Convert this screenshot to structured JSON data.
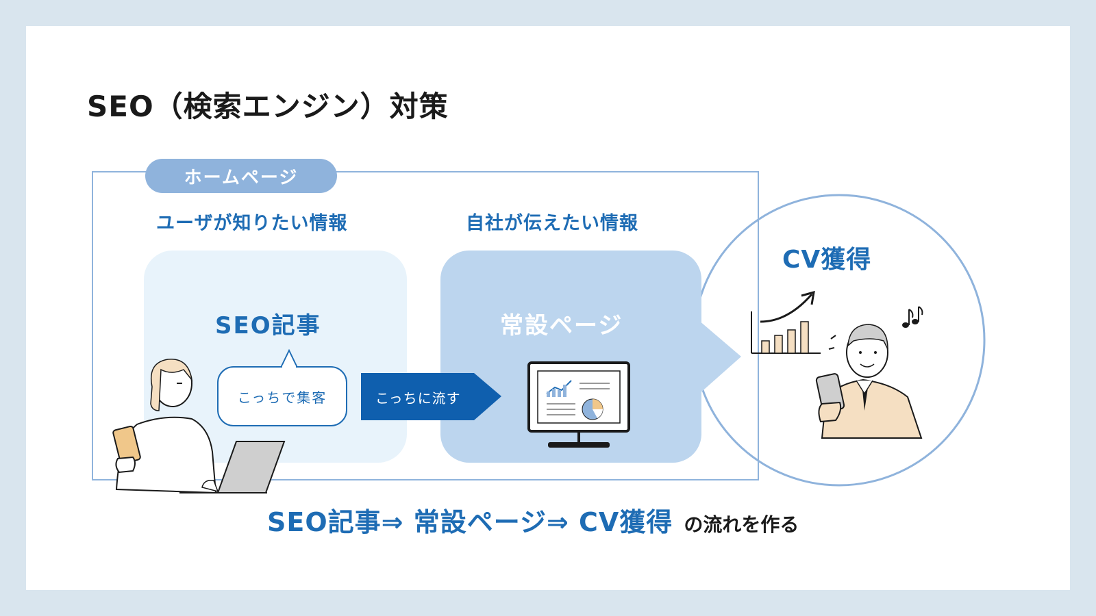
{
  "title": "SEO（検索エンジン）対策",
  "homepage_tag": "ホームページ",
  "captions": {
    "user_info": "ユーザが知りたい情報",
    "company_info": "自社が伝えたい情報"
  },
  "panels": {
    "seo_article": "SEO記事",
    "static_page": "常設ページ",
    "cv": "CV獲得"
  },
  "bubble_text": "こっちで集客",
  "flow_arrow_text": "こっちに流す",
  "bottom": {
    "main": "SEO記事⇒ 常設ページ⇒ CV獲得",
    "tail": "の流れを作る"
  },
  "colors": {
    "accent_blue": "#1e6cb4",
    "light_blue_panel": "#e8f3fb",
    "mid_blue_panel": "#bcd5ee",
    "frame_blue": "#8fb3dc",
    "skin_tone": "#f5dfc2",
    "chart_fill": "#f5dfc2"
  },
  "icons": [
    "woman-with-laptop-illustration",
    "monitor-chart-icon",
    "bar-chart-up-arrow-icon",
    "man-with-smartphone-illustration",
    "music-notes-icon"
  ]
}
